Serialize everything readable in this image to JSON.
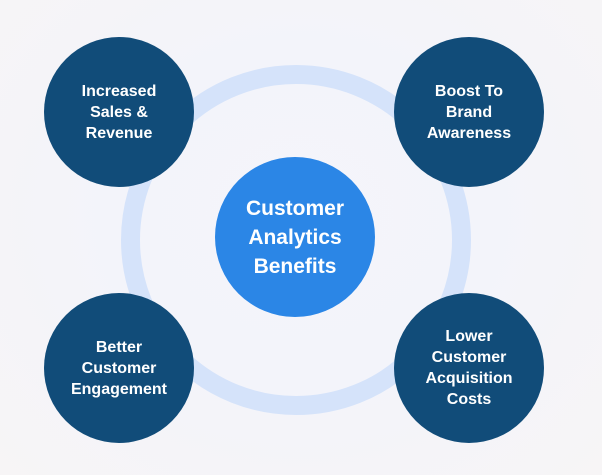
{
  "diagram": {
    "center": {
      "label": "Customer\nAnalytics\nBenefits"
    },
    "benefits": [
      {
        "label": "Increased\nSales &\nRevenue"
      },
      {
        "label": "Boost To\nBrand\nAwareness"
      },
      {
        "label": "Better\nCustomer\nEngagement"
      },
      {
        "label": "Lower\nCustomer\nAcquisition\nCosts"
      }
    ]
  },
  "colors": {
    "center": "#2b86e6",
    "benefit": "#114c79",
    "ring": "#d5e3fa",
    "text": "#ffffff"
  }
}
